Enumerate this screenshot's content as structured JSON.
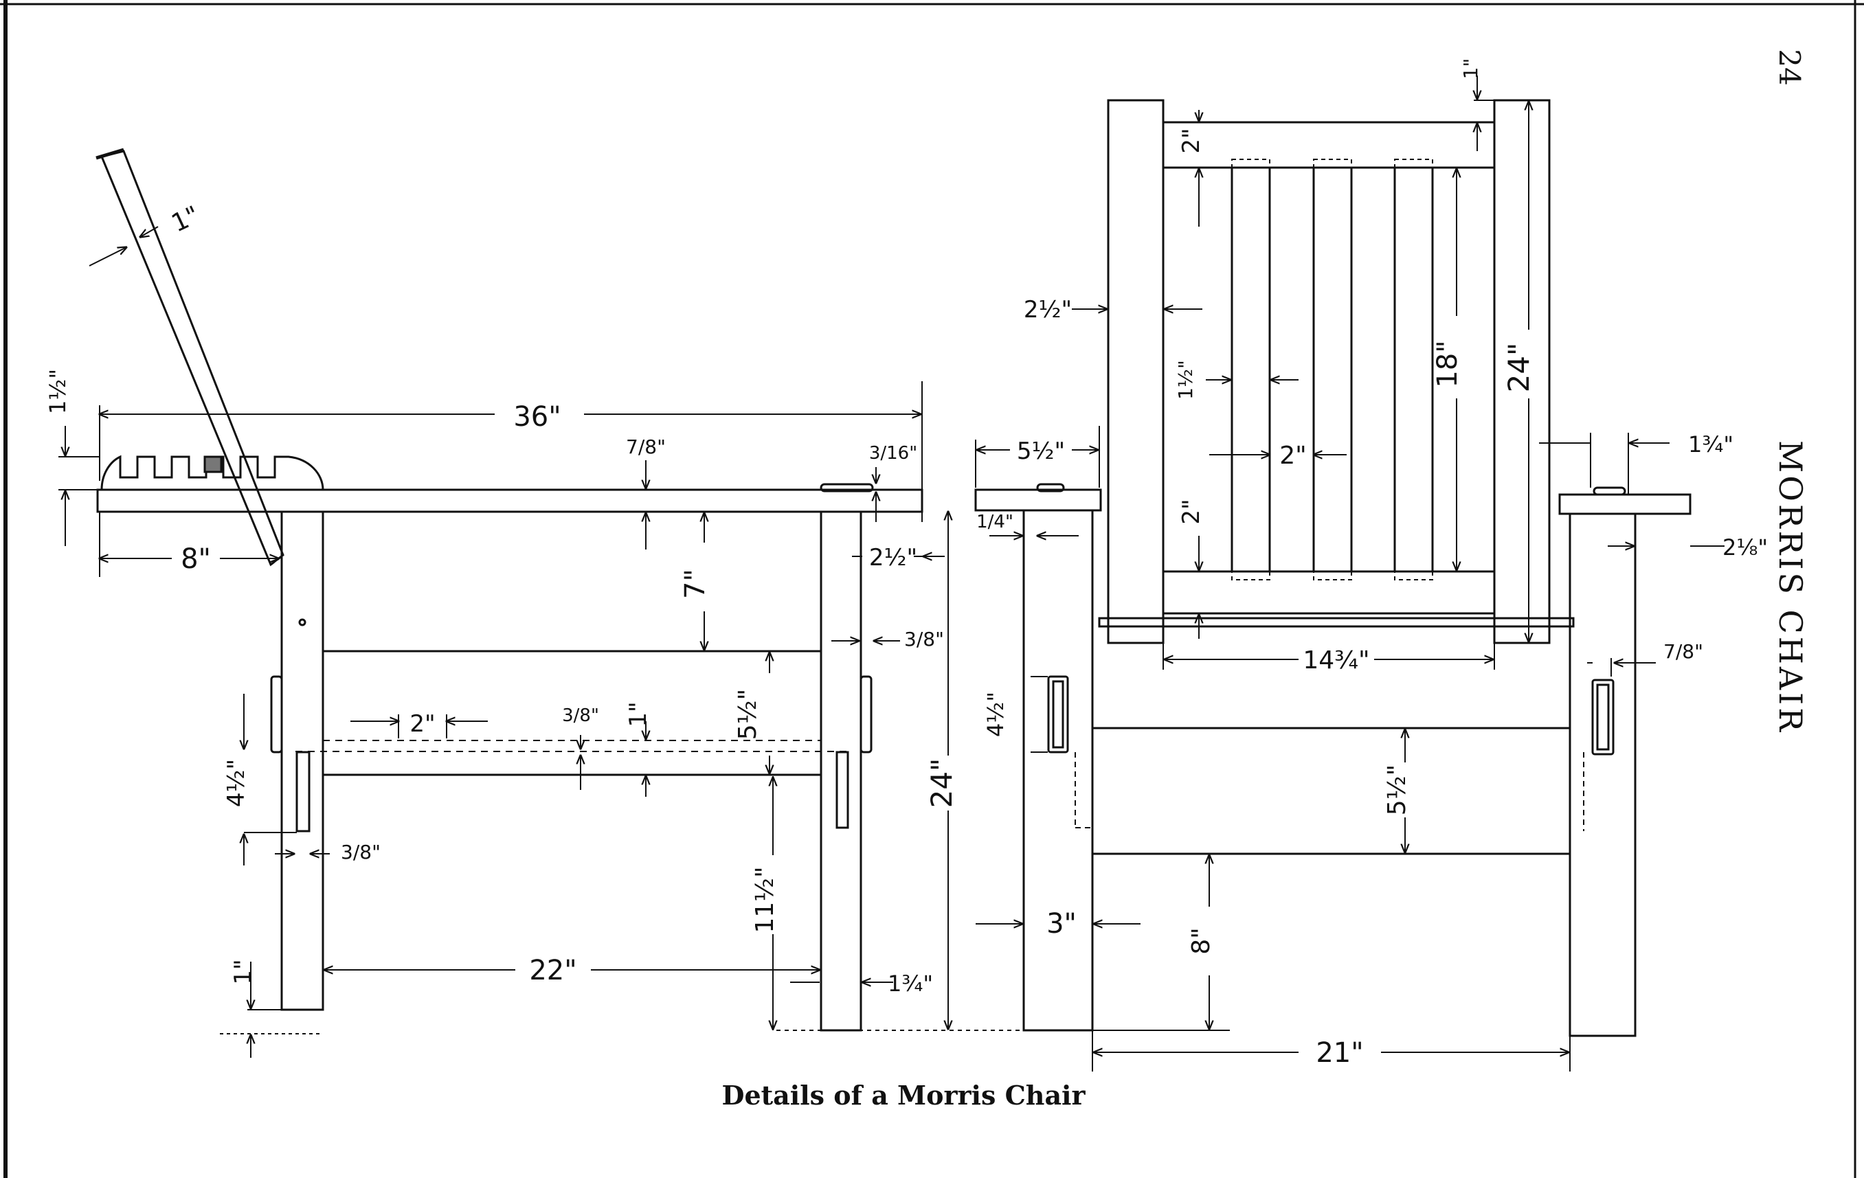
{
  "page_number": "24",
  "running_title": "MORRIS CHAIR",
  "caption": "Details of a Morris Chair",
  "dimensions": {
    "back_slat_thick": "1\"",
    "notch_height": "1½\"",
    "arm_length": "36\"",
    "arm_thick": "7/8\"",
    "arm_block": "3/16\"",
    "notch_start": "8\"",
    "upper_gap": "7\"",
    "post_width_side": "2½\"",
    "rail_offset": "3/8\"",
    "slat_spacing": "2\"",
    "slat_depth": "3/8\"",
    "slat_height": "1\"",
    "side_rail_height": "5½\"",
    "mortise_side": "4½\"",
    "post_offset_bottom": "3/8\"",
    "leg_to_floor": "11½\"",
    "leg_gap": "22\"",
    "foot": "1\"",
    "post_front": "1¾\"",
    "total_height": "24\"",
    "arm_overhang": "5½\"",
    "tenon": "1/4\"",
    "mortise_front": "4½\"",
    "front_post": "3\"",
    "back_width": "2½\"",
    "back_top": "2\"",
    "back_top_offset": "1\"",
    "back_slat_width": "1½\"",
    "back_slat_gap": "2\"",
    "back_slat_length": "18\"",
    "back_height": "24\"",
    "back_bottom": "2\"",
    "back_inner_width": "14¾\"",
    "post_top_right": "1¾\"",
    "arm_edge_right": "2⅛\"",
    "front_rail_height": "5½\"",
    "front_rail_floor": "8\"",
    "front_width": "21\"",
    "post_side_right": "7/8\""
  }
}
